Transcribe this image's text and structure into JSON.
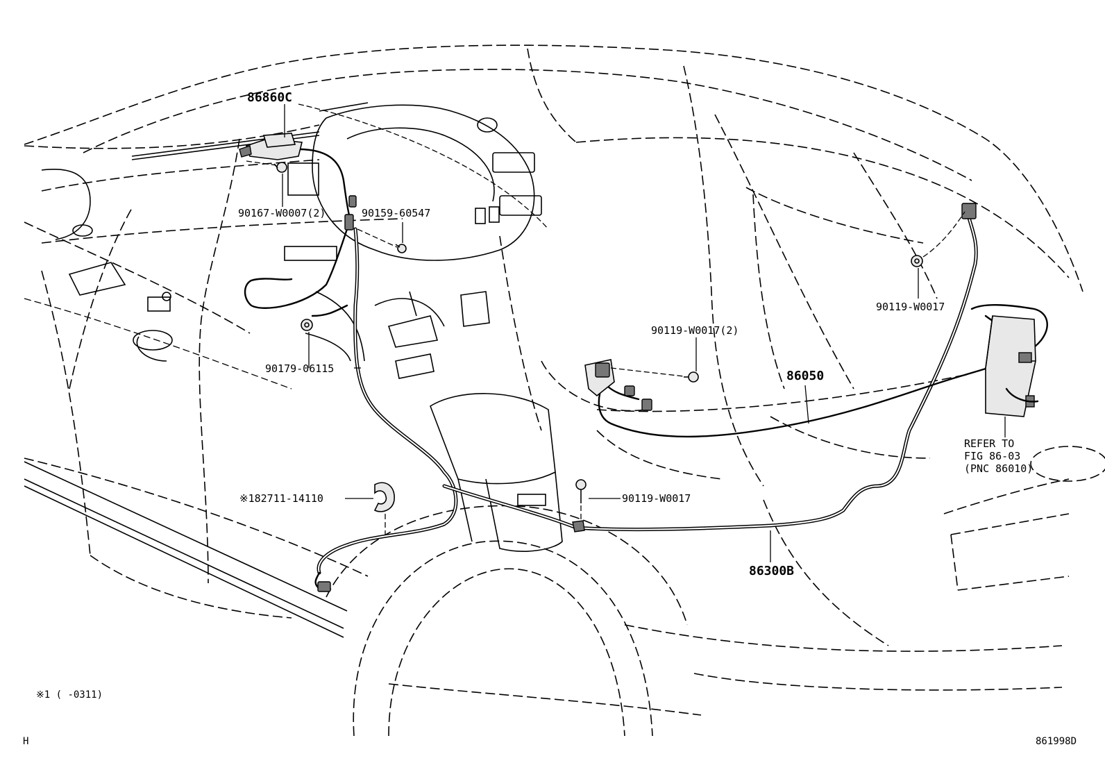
{
  "parts": {
    "p86860c": "86860C",
    "p90167": "90167-W0007(2)",
    "p90159": "90159-60547",
    "p90179": "90179-06115",
    "p90119_2": "90119-W0017(2)",
    "p90119_right": "90119-W0017",
    "p90119_floor": "90119-W0017",
    "p86050": "86050",
    "p86300b": "86300B",
    "p182711": "※182711-14110"
  },
  "refer": {
    "line1": "REFER TO",
    "line2": "FIG 86-03",
    "line3": "(PNC 86010)"
  },
  "footnote": "※1 (     -0311)",
  "corner_left": "H",
  "figure_id": "861998D"
}
